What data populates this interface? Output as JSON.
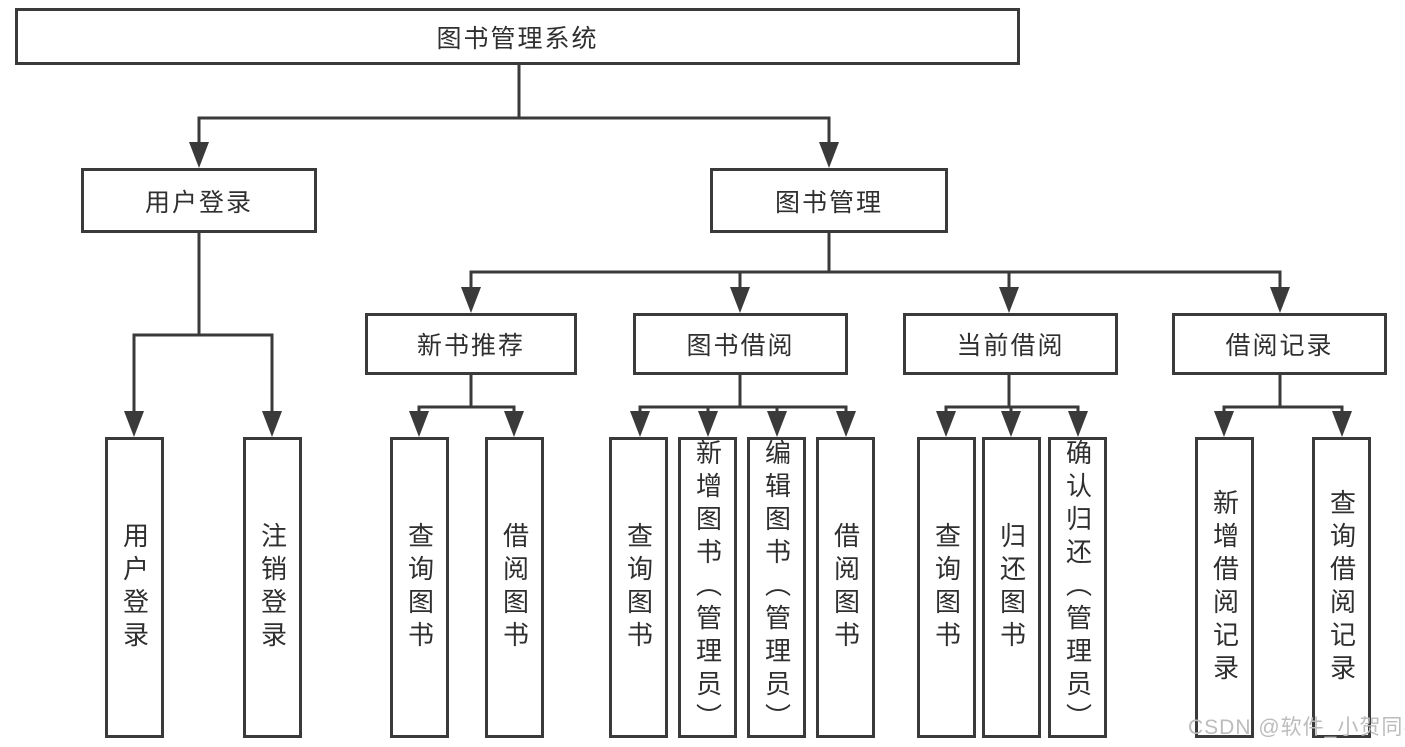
{
  "tree": {
    "root": "图书管理系统",
    "children": [
      {
        "label": "用户登录",
        "children": [
          {
            "label": "用户登录"
          },
          {
            "label": "注销登录"
          }
        ]
      },
      {
        "label": "图书管理",
        "children": [
          {
            "label": "新书推荐",
            "children": [
              {
                "label": "查询图书"
              },
              {
                "label": "借阅图书"
              }
            ]
          },
          {
            "label": "图书借阅",
            "children": [
              {
                "label": "查询图书"
              },
              {
                "label": "新增图书（管理员）"
              },
              {
                "label": "编辑图书（管理员）"
              },
              {
                "label": "借阅图书"
              }
            ]
          },
          {
            "label": "当前借阅",
            "children": [
              {
                "label": "查询图书"
              },
              {
                "label": "归还图书"
              },
              {
                "label": "确认归还（管理员）"
              }
            ]
          },
          {
            "label": "借阅记录",
            "children": [
              {
                "label": "新增借阅记录"
              },
              {
                "label": "查询借阅记录"
              }
            ]
          }
        ]
      }
    ]
  },
  "watermark": {
    "text": "CSDN @软件_小贺同学"
  },
  "colors": {
    "line": "#3a3a3a",
    "text": "#2f2f2f",
    "watermark": "#bcbcbc",
    "background": "#ffffff"
  }
}
